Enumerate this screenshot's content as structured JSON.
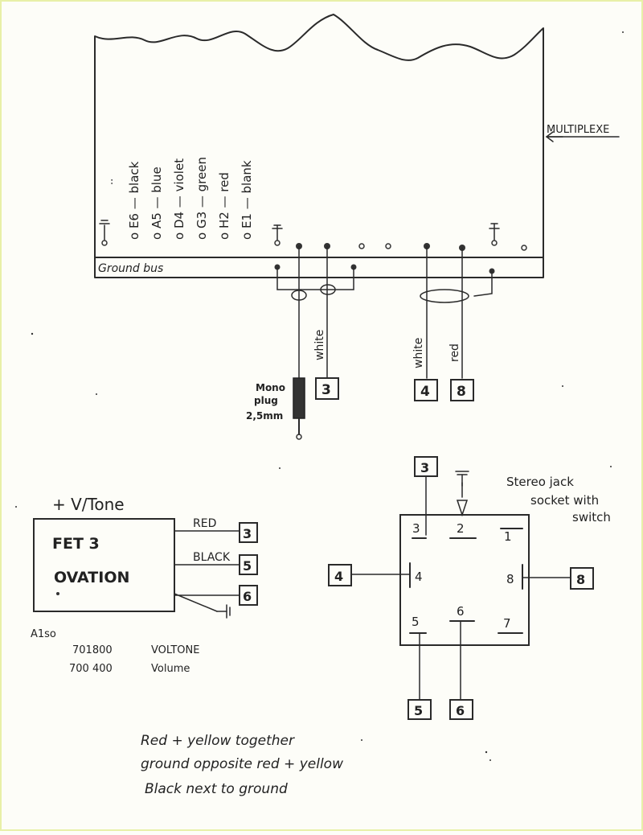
{
  "multiplexer": {
    "label": "MULTIPLEXE",
    "ground_bus_label": "Ground bus",
    "strings": [
      {
        "label": "o E6 — black"
      },
      {
        "label": "o A5 — blue"
      },
      {
        "label": "o D4 — violet"
      },
      {
        "label": "o G3 — green"
      },
      {
        "label": "o H2 — red"
      },
      {
        "label": "o E1 — blank"
      }
    ],
    "wire_labels": {
      "white_left": "white",
      "white_right": "white",
      "red": "red"
    }
  },
  "mono_plug": {
    "line1": "Mono",
    "line2": "plug",
    "line3": "2,5mm"
  },
  "terminals_top": [
    "3",
    "4",
    "8"
  ],
  "stereo_jack": {
    "title_line1": "Stereo jack",
    "title_line2": "socket with",
    "title_line3": "switch",
    "pins": [
      "1",
      "2",
      "3",
      "4",
      "5",
      "6",
      "7",
      "8"
    ],
    "outer_terminals": [
      "3",
      "4",
      "8",
      "5",
      "6"
    ]
  },
  "fet": {
    "supply_label": "+ V/Tone",
    "line1": "FET 3",
    "line2": "OVATION",
    "wires": [
      {
        "label": "RED",
        "terminal": "3"
      },
      {
        "label": "BLACK",
        "terminal": "5"
      },
      {
        "label": "",
        "terminal": "6"
      }
    ]
  },
  "also": {
    "heading": "A1so",
    "rows": [
      {
        "code": "701800",
        "desc": "VOLTONE"
      },
      {
        "code": "700 400",
        "desc": "Volume"
      }
    ]
  },
  "notes": [
    "Red + yellow together",
    "ground opposite red + yellow",
    "Black next to ground"
  ]
}
